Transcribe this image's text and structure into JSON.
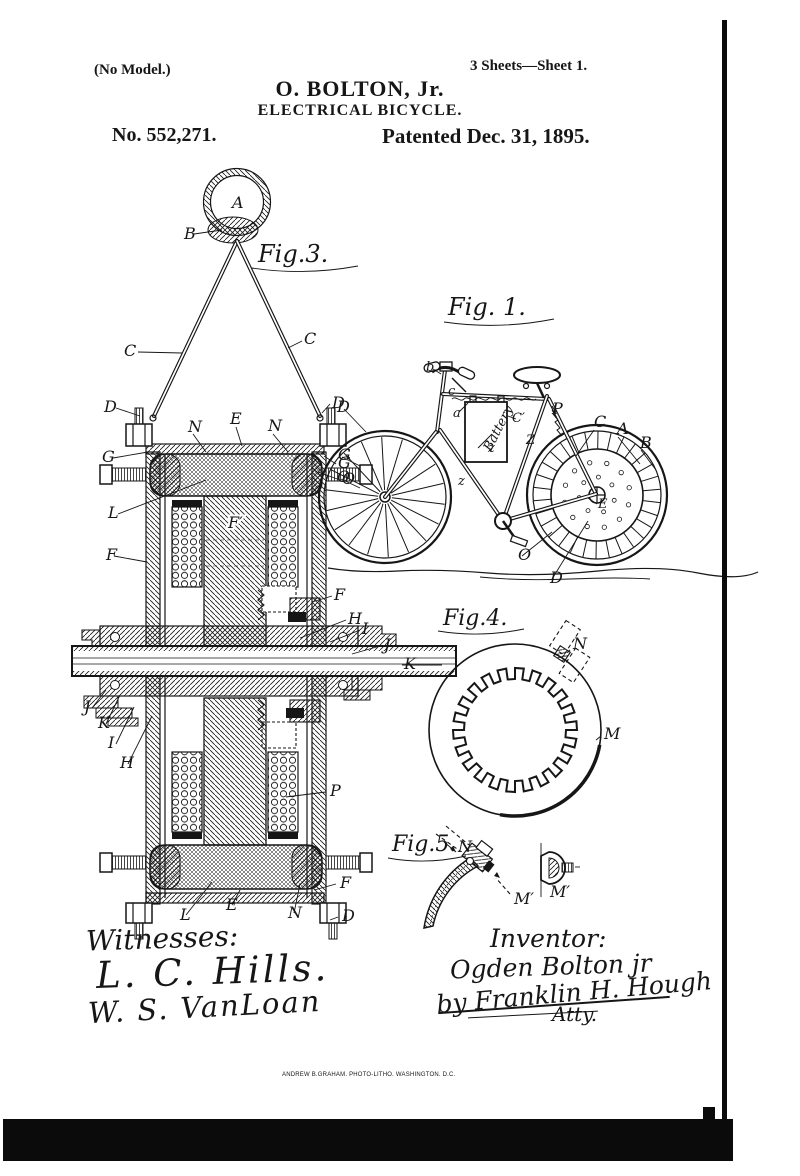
{
  "header": {
    "no_model": "(No Model.)",
    "sheets": "3 Sheets—Sheet 1.",
    "author": "O. BOLTON, Jr.",
    "title": "ELECTRICAL BICYCLE.",
    "number": "No. 552,271.",
    "date": "Patented Dec. 31, 1895."
  },
  "figures": {
    "fig3": {
      "caption": "Fig.3.",
      "labels": [
        "A",
        "B",
        "C",
        "C",
        "D",
        "D",
        "N",
        "E",
        "N",
        "G",
        "G",
        "O",
        "L",
        "F′",
        "F",
        "F",
        "H",
        "I",
        "J",
        "K",
        "J",
        "K",
        "I",
        "H",
        "P",
        "F",
        "L",
        "E",
        "N",
        "D"
      ]
    },
    "fig1": {
      "caption": "Fig. 1.",
      "battery_text": "Battery",
      "labels": [
        "b",
        "c",
        "a",
        "C′",
        "Z",
        "z",
        "z",
        "P",
        "C",
        "A",
        "B",
        "E",
        "O",
        "D",
        "D",
        "G",
        "O"
      ]
    },
    "fig4": {
      "caption": "Fig.4.",
      "labels": [
        "N",
        "M"
      ]
    },
    "fig5": {
      "caption": "Fig.5.",
      "labels": [
        "N",
        "M′",
        "M′"
      ]
    }
  },
  "signatures": {
    "witnesses_heading": "Witnesses:",
    "witness_1": "L. C. Hills.",
    "witness_2": "W. S. VanLoan",
    "inventor_heading": "Inventor:",
    "inventor_signature": "Ogden Bolton jr",
    "attorney_signature": "by Franklin H. Hough",
    "attorney_title": "Atty."
  },
  "footer": {
    "imprint": "ANDREW B.GRAHAM. PHOTO-LITHO. WASHINGTON. D.C."
  },
  "colors": {
    "ink": "#161616",
    "paper": "#ffffff",
    "scan_bar": "#0b0b0b"
  }
}
